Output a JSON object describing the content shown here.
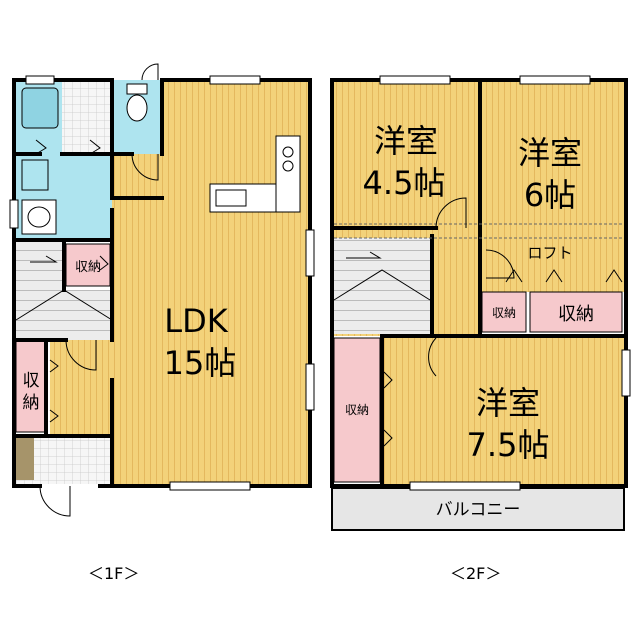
{
  "floor1": {
    "label": "＜1F＞",
    "ldk_name": "LDK",
    "ldk_size": "15帖",
    "storage_a": "収納",
    "storage_b_line1": "収",
    "storage_b_line2": "納"
  },
  "floor2": {
    "label": "＜2F＞",
    "room_a_name": "洋室",
    "room_a_size": "4.5帖",
    "room_b_name": "洋室",
    "room_b_size": "6帖",
    "room_c_name": "洋室",
    "room_c_size": "7.5帖",
    "loft": "ロフト",
    "storage_small": "収納",
    "storage_large": "収納",
    "storage_left": "収納",
    "balcony": "バルコニー"
  },
  "colors": {
    "floor_wood": "#f3d27a",
    "wood_stripe": "#e4b85e",
    "wet_area": "#aee4ef",
    "storage": "#f6c9cc",
    "entry_tile": "#f4f4f4",
    "balcony": "#e6e6e6",
    "stairs": "#ececec",
    "wall": "#000000"
  }
}
